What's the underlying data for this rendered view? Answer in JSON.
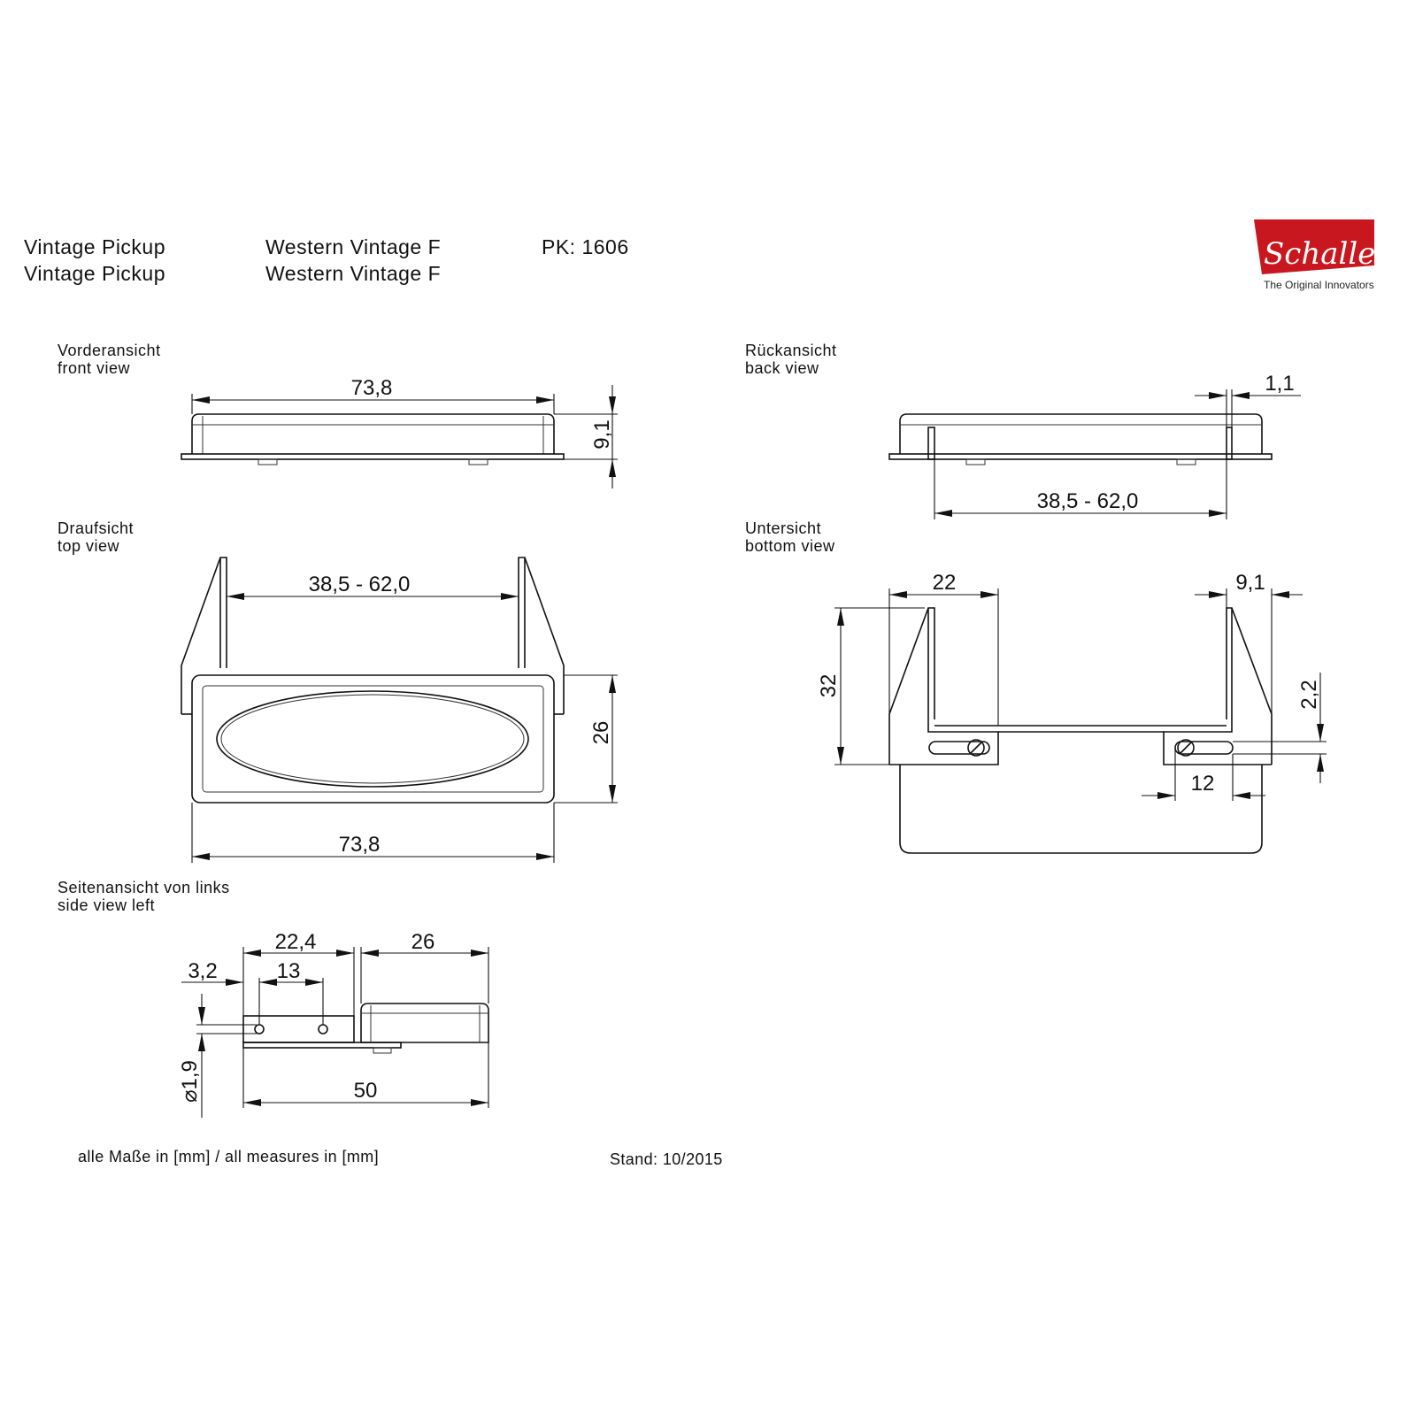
{
  "header": {
    "product_de": "Vintage Pickup",
    "product_en": "Vintage Pickup",
    "model_de": "Western Vintage F",
    "model_en": "Western Vintage F",
    "pk": "PK: 1606"
  },
  "logo": {
    "brand": "Schaller",
    "tagline": "The Original Innovators",
    "color": "#c8171e"
  },
  "views": {
    "front": {
      "label_de": "Vorderansicht",
      "label_en": "front view",
      "dims": {
        "width": "73,8",
        "height": "9,1"
      }
    },
    "back": {
      "label_de": "Rückansicht",
      "label_en": "back view",
      "dims": {
        "thickness": "1,1",
        "range": "38,5 - 62,0"
      }
    },
    "top": {
      "label_de": "Draufsicht",
      "label_en": "top view",
      "dims": {
        "range": "38,5 - 62,0",
        "depth": "26",
        "width": "73,8"
      }
    },
    "bottom": {
      "label_de": "Untersicht",
      "label_en": "bottom view",
      "dims": {
        "bracket": "22",
        "offset": "9,1",
        "depth": "32",
        "slot_width": "2,2",
        "slot_length": "12"
      }
    },
    "side": {
      "label_de": "Seitenansicht von links",
      "label_en": "side view left",
      "dims": {
        "bracket": "22,4",
        "body": "26",
        "hole_spacing": "13",
        "hole_offset": "3,2",
        "hole_diameter": "⌀1,9",
        "total": "50"
      }
    }
  },
  "footer": {
    "units": "alle Maße in [mm] / all measures in [mm]",
    "date": "Stand: 10/2015"
  }
}
